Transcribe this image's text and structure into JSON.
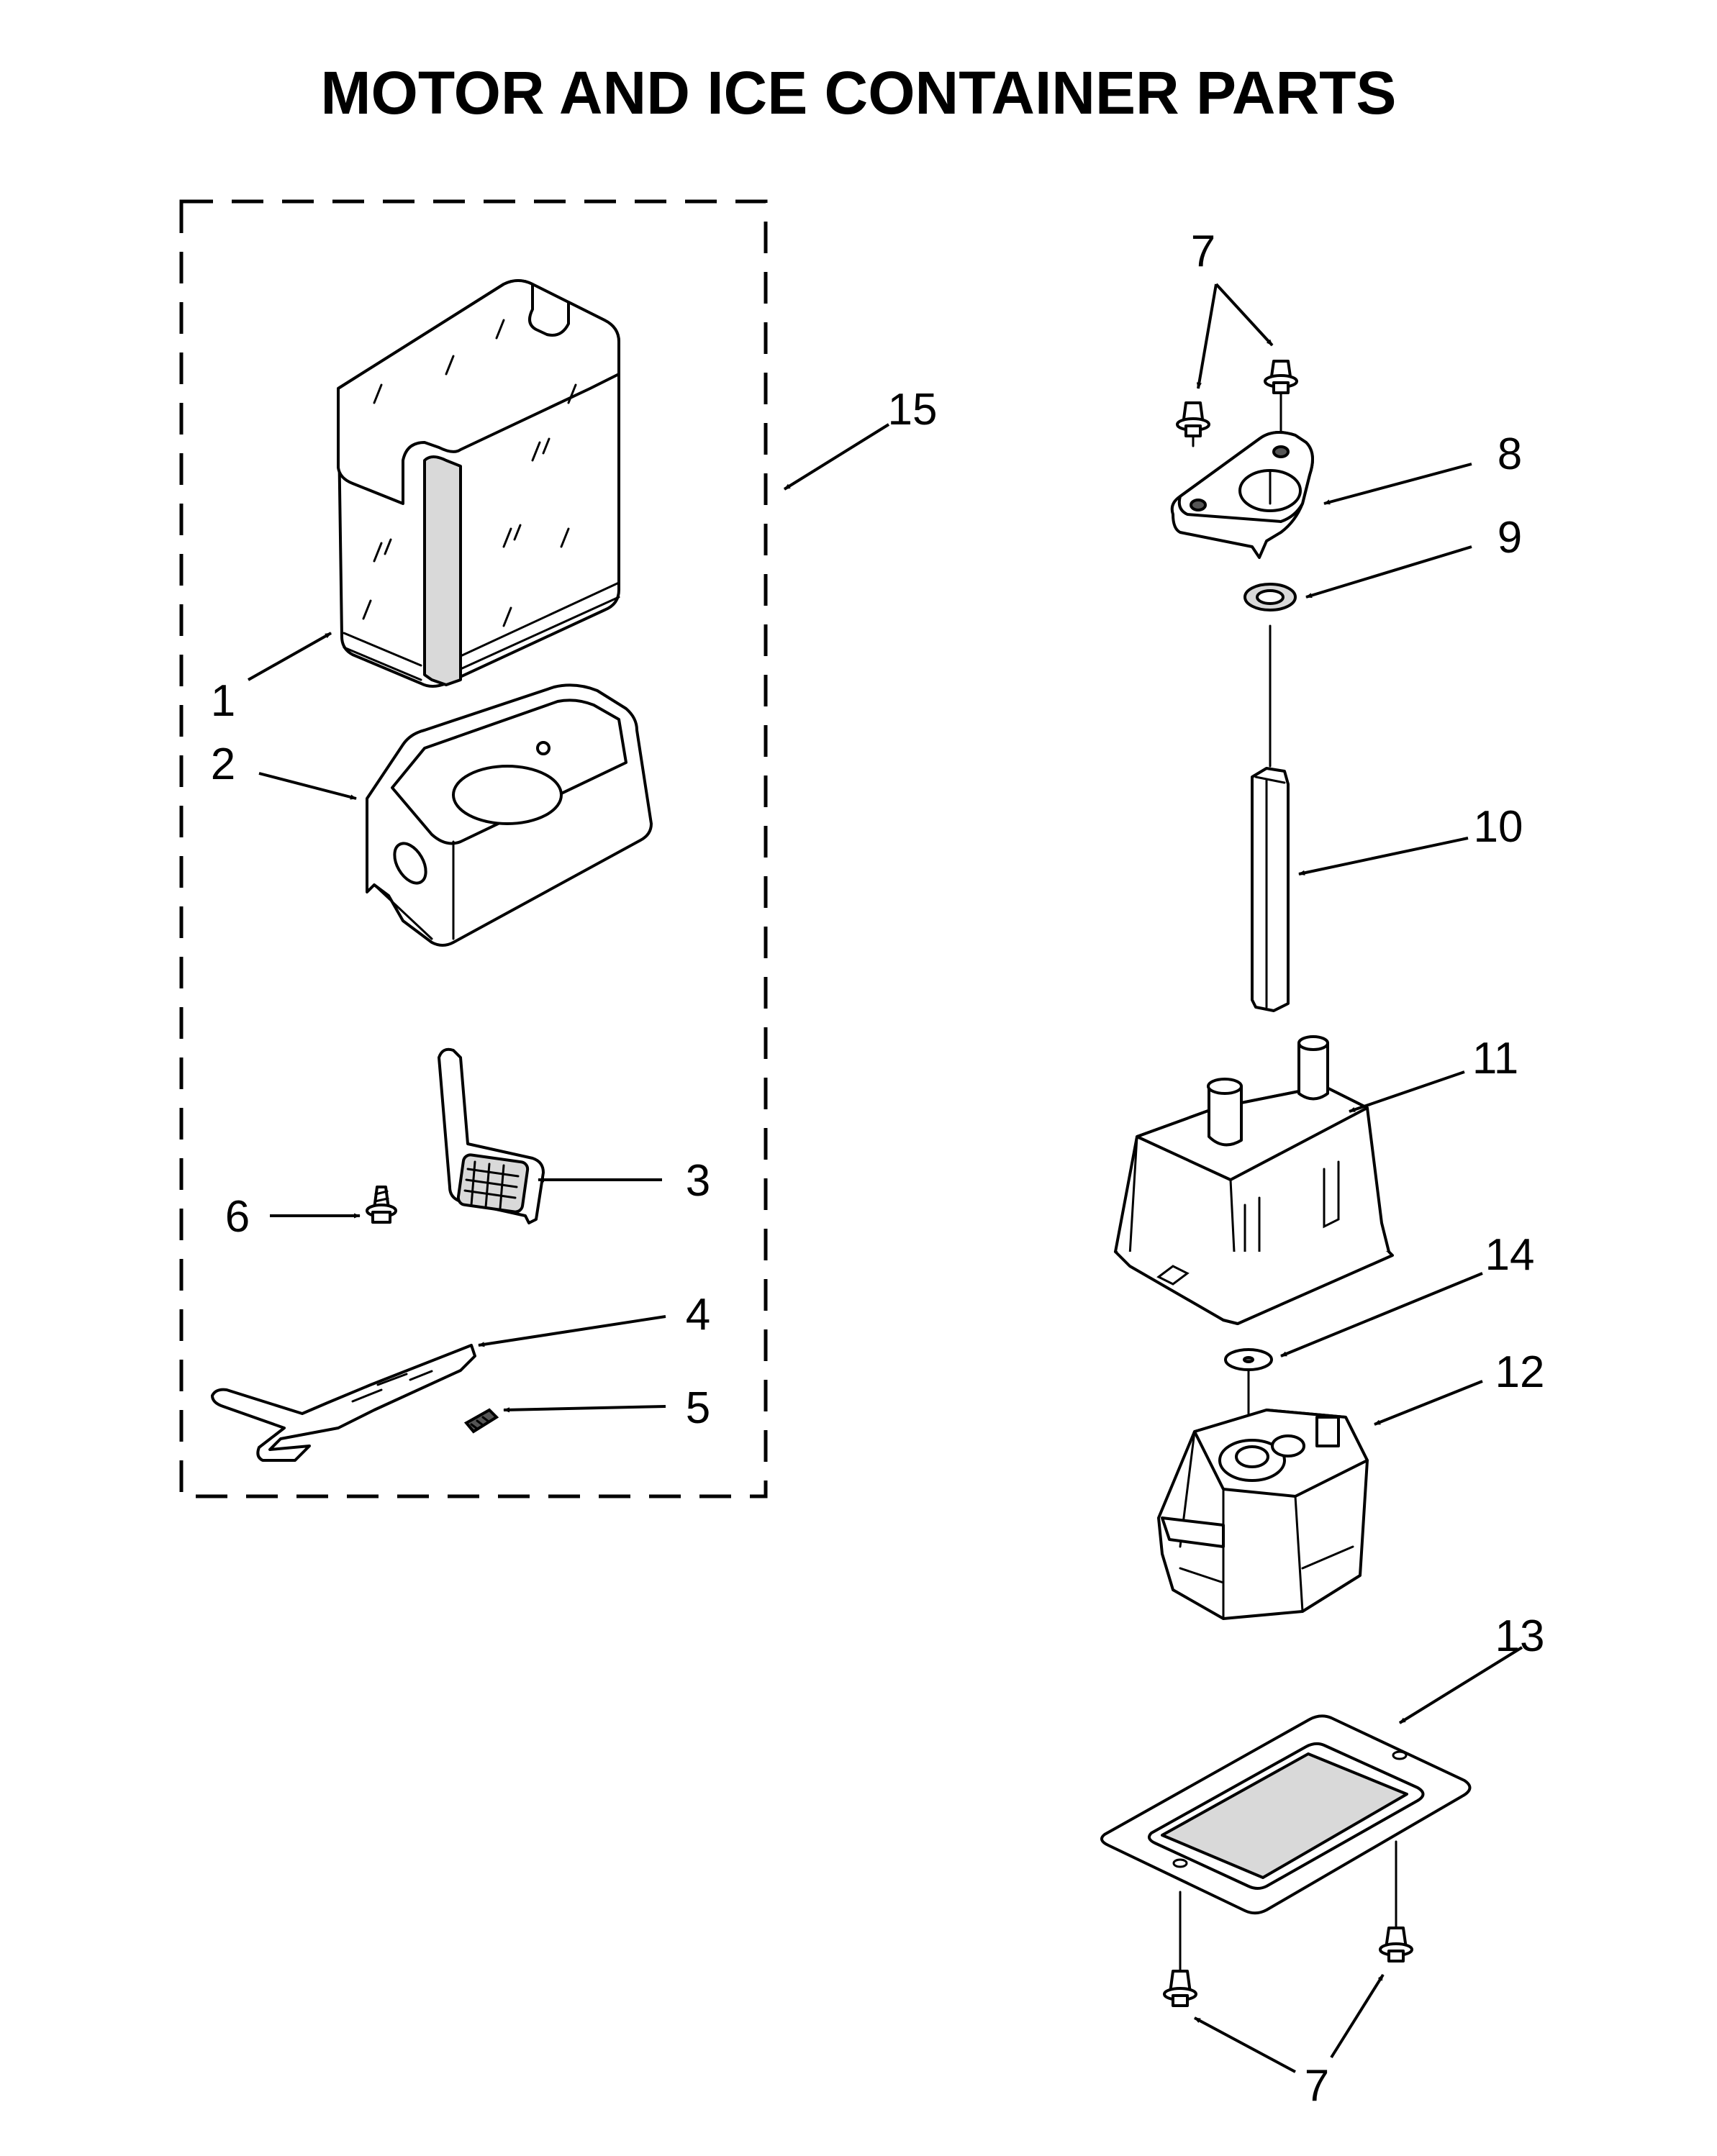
{
  "title": "MOTOR AND ICE CONTAINER PARTS",
  "callouts": {
    "c1": "1",
    "c2": "2",
    "c3": "3",
    "c4": "4",
    "c5": "5",
    "c6": "6",
    "c7_top": "7",
    "c7_bottom": "7",
    "c8": "8",
    "c9": "9",
    "c10": "10",
    "c11": "11",
    "c12": "12",
    "c13": "13",
    "c14": "14",
    "c15": "15"
  }
}
